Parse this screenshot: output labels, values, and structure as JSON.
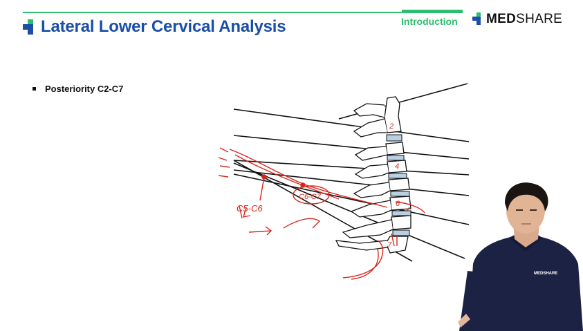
{
  "header": {
    "title": "Lateral Lower Cervical Analysis",
    "section_label": "Introduction",
    "logo_bold": "MED",
    "logo_light": "SHARE",
    "accent_color": "#2cbf6f",
    "title_color": "#1b4ea8"
  },
  "content": {
    "bullet": "Posteriority C2-C7"
  },
  "annotations": {
    "levels": [
      "2",
      "4",
      "6",
      "7"
    ],
    "notes": [
      "C5-C6",
      "C6-C7"
    ],
    "ink_color": "#d9241c"
  },
  "presenter": {
    "shirt_logo": "MEDSHARE",
    "shirt_color": "#1c2244"
  },
  "icons": {
    "title_icon": "medical-cross-icon",
    "logo_icon": "medshare-cross-icon"
  }
}
